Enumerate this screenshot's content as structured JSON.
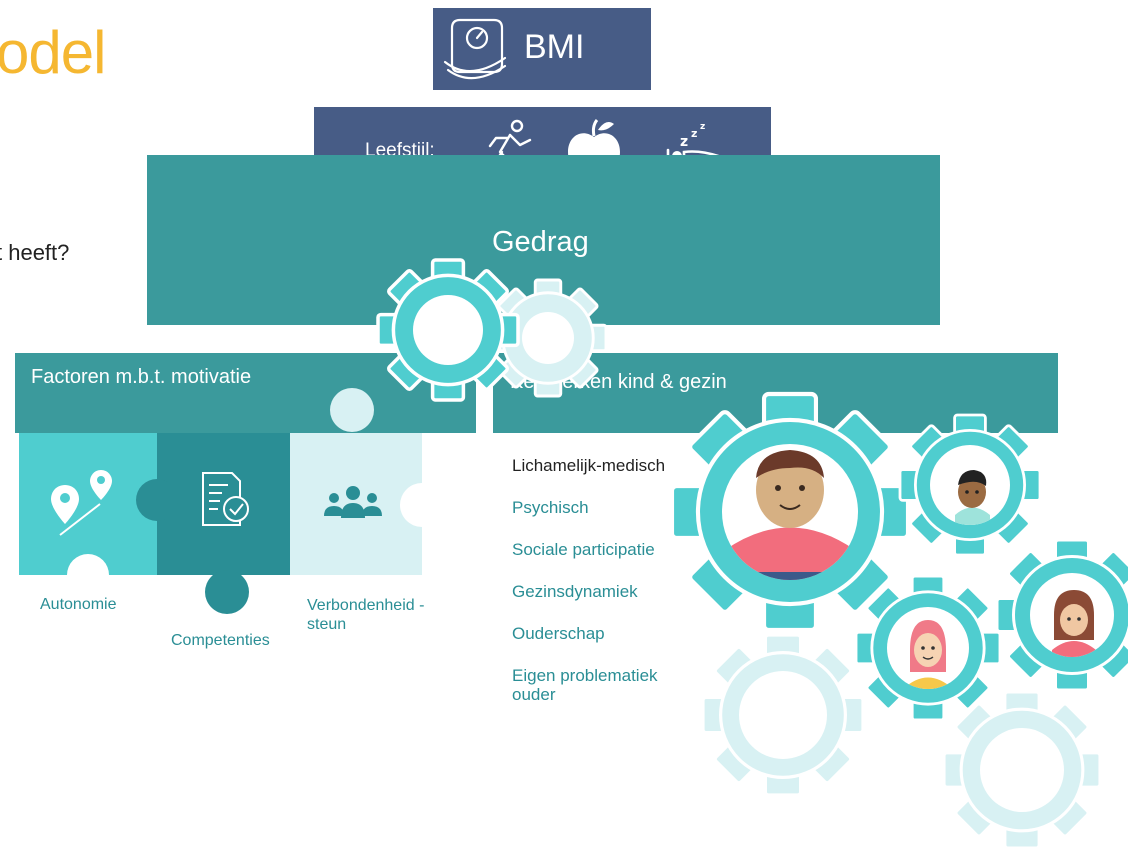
{
  "title": "odel",
  "question": "t heeft?",
  "bmi": {
    "label": "BMI",
    "icon": "scale-icon"
  },
  "leefstijl": {
    "label": "Leefstijl:",
    "icons": [
      "running-icon",
      "apple-icon",
      "sleep-icon"
    ]
  },
  "gedrag": {
    "label": "Gedrag"
  },
  "factoren": {
    "label": "Factoren m.b.t. motivatie",
    "pieces": {
      "autonomie": "Autonomie",
      "competenties": "Competenties",
      "verbondenheid": "Verbondenheid - steun"
    }
  },
  "kenmerken": {
    "label": "Kenmerken kind & gezin",
    "items": [
      "Lichamelijk-medisch",
      "Psychisch",
      "Sociale participatie",
      "Gezinsdynamiek",
      "Ouderschap",
      "Eigen problematiek ouder"
    ]
  },
  "colors": {
    "accent_yellow": "#f5b731",
    "navy": "#475c86",
    "teal": "#3b9a9c",
    "gear_teal": "#4fcdcf",
    "gear_light": "#d8f1f3"
  }
}
